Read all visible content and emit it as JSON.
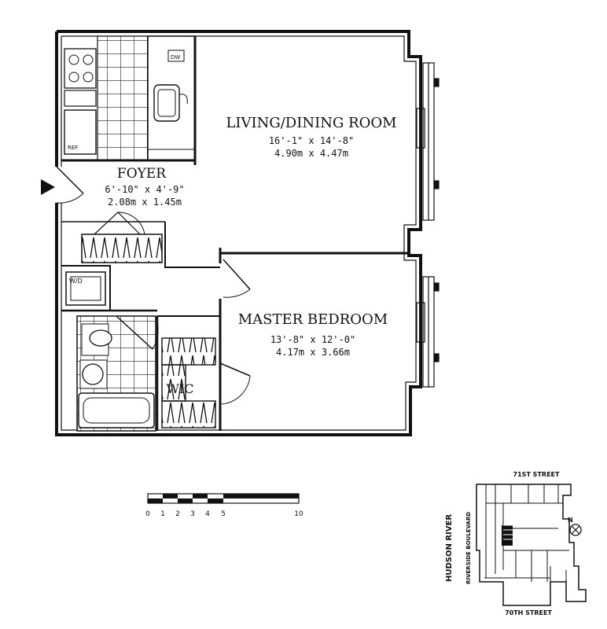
{
  "rooms": {
    "living": {
      "name": "LIVING/DINING ROOM",
      "dim_ft": "16'-1\" x 14'-8\"",
      "dim_m": "4.90m x 4.47m"
    },
    "foyer": {
      "name": "FOYER",
      "dim_ft": "6'-10\" x 4'-9\"",
      "dim_m": "2.08m x 1.45m"
    },
    "bedroom": {
      "name": "MASTER BEDROOM",
      "dim_ft": "13'-8\" x 12'-0\"",
      "dim_m": "4.17m x 3.66m"
    },
    "wic": {
      "name": "WIC"
    }
  },
  "fixtures": {
    "dw": "DW",
    "ref": "REF",
    "wd": "W/D"
  },
  "scale": {
    "ticks": [
      "0",
      "1",
      "2",
      "3",
      "4",
      "5",
      "10"
    ]
  },
  "keyplan": {
    "north_street": "71ST STREET",
    "south_street": "70TH STREET",
    "river": "HUDSON RIVER",
    "boulevard": "RIVERSIDE BOULEVARD",
    "north": "N"
  }
}
